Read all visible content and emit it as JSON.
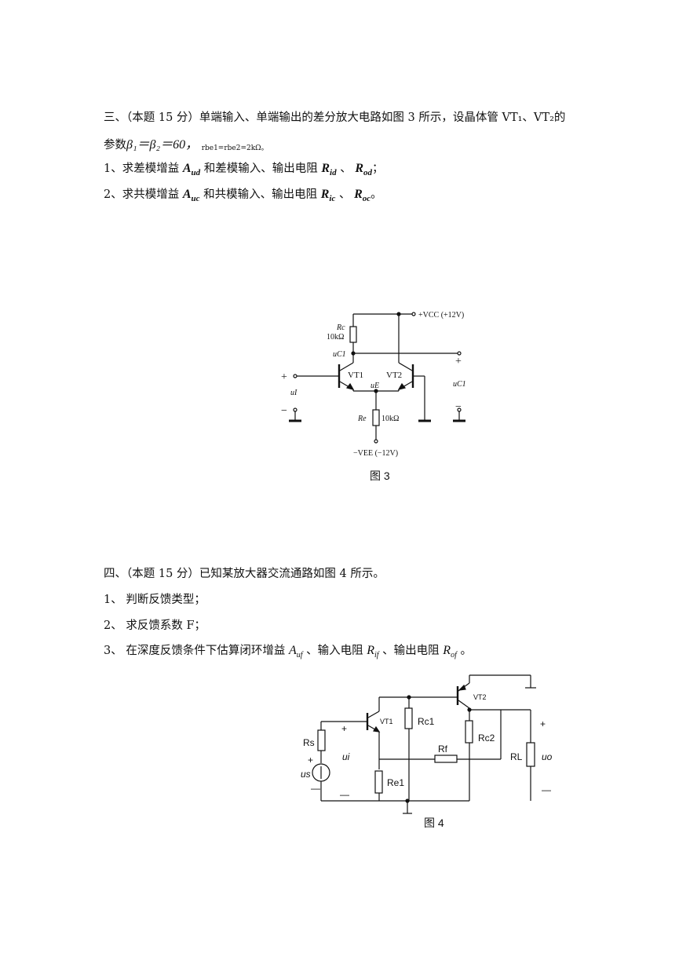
{
  "problem3": {
    "line1": "三、（本题 15 分）单端输入、单端输出的差分放大电路如图 3 所示，设晶体管 VT₁、VT₂的",
    "line2_prefix": "参数",
    "line2_beta": "β₁＝β₂＝60，",
    "line2_rbe": "rbe1=rbe2=2kΩ。",
    "q1_text1": "1、求差模增益 ",
    "q1_aud": "A",
    "q1_aud_sub": "ud",
    "q1_text2": " 和差模输入、输出电阻 ",
    "q1_rid": "R",
    "q1_rid_sub": "id",
    "q1_sep": " 、 ",
    "q1_rod": "R",
    "q1_rod_sub": "od",
    "q1_end": "；",
    "q2_text1": "2、求共模增益 ",
    "q2_auc": "A",
    "q2_auc_sub": "uc",
    "q2_text2": " 和共模输入、输出电阻 ",
    "q2_ric": "R",
    "q2_ric_sub": "ic",
    "q2_sep": " 、 ",
    "q2_roc": "R",
    "q2_roc_sub": "oc",
    "q2_end": "。"
  },
  "figure3": {
    "caption": "图 3",
    "vcc": "+VCC (+12V)",
    "rc": "Rc",
    "rc_val": "10kΩ",
    "uc1_top": "uC1",
    "vt1": "VT1",
    "vt2": "VT2",
    "ue": "uE",
    "plus_in": "+",
    "ui": "uI",
    "minus_in": "−",
    "plus_out": "+",
    "uc1_out": "uC1",
    "minus_out": "−",
    "re": "Re",
    "re_val": "10kΩ",
    "vee": "−VEE (−12V)"
  },
  "problem4": {
    "line1": "四、（本题 15 分）已知某放大器交流通路如图 4 所示。",
    "q1": "1、 判断反馈类型；",
    "q2": "2、 求反馈系数 F；",
    "q3_text1": "3、 在深度反馈条件下估算闭环增益 ",
    "q3_auf": "A",
    "q3_auf_sub": "uf",
    "q3_text2": " 、输入电阻 ",
    "q3_rif": "R",
    "q3_rif_sub": "if",
    "q3_text3": " 、输出电阻 ",
    "q3_rof": "R",
    "q3_rof_sub": "of",
    "q3_end": " 。"
  },
  "figure4": {
    "caption": "图 4",
    "vt1": "VT1",
    "vt2": "VT2",
    "rs": "Rs",
    "us": "us",
    "us_plus": "+",
    "ui": "ui",
    "ui_plus": "+",
    "ui_minus": "—",
    "rc1": "Rc1",
    "rf": "Rf",
    "rc2": "Rc2",
    "re1": "Re1",
    "rl": "RL",
    "uo": "uo",
    "uo_plus": "+",
    "uo_minus": "—",
    "bottom_minus": "—"
  }
}
